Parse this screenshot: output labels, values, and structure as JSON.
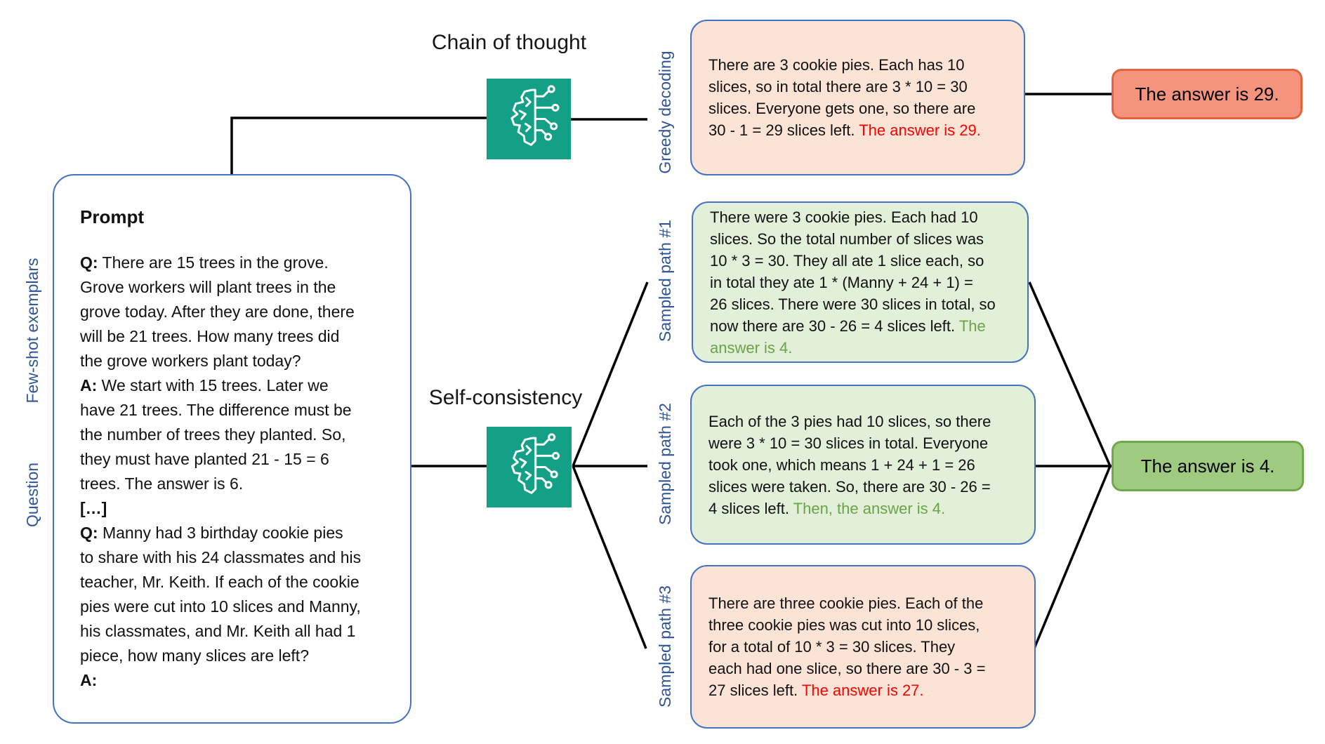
{
  "figure": {
    "titles": {
      "chain_of_thought": "Chain of thought",
      "self_consistency": "Self-consistency"
    },
    "side_labels": {
      "few_shot_exemplars": "Few-shot exemplars",
      "question": "Question"
    },
    "branch_labels": {
      "greedy": "Greedy decoding",
      "path1": "Sampled path #1",
      "path2": "Sampled path #2",
      "path3": "Sampled path #3"
    },
    "prompt_box": {
      "heading": "Prompt",
      "segments": [
        {
          "s": "b",
          "t": "Q:"
        },
        {
          "t": " There are 15 trees in the grove.\nGrove workers will plant trees in the\ngrove today. After they are done, there\nwill be 21 trees. How many trees did\nthe grove workers plant today?\n"
        },
        {
          "s": "b",
          "t": "A:"
        },
        {
          "t": " We start with 15 trees. Later we\nhave 21 trees. The difference must be\nthe number of trees they planted. So,\nthey must have planted 21 - 15 = 6\ntrees. The answer is 6.\n"
        },
        {
          "s": "b",
          "t": "[…]\nQ:"
        },
        {
          "t": " Manny had 3 birthday cookie pies\nto share with his 24 classmates and his\nteacher, Mr. Keith. If each of the cookie\npies were cut into 10 slices and Manny,\nhis classmates, and Mr. Keith all had 1\npiece, how many slices are left?\n"
        },
        {
          "s": "b",
          "t": "A:"
        }
      ]
    },
    "output_boxes": {
      "greedy": {
        "tone": "peach",
        "segments": [
          {
            "t": "There are 3 cookie pies. Each has 10\nslices, so in total there are 3 * 10 = 30\nslices. Everyone gets one, so there are\n30 - 1 = 29 slices left. "
          },
          {
            "s": "red",
            "t": "The answer is 29."
          }
        ]
      },
      "path1": {
        "tone": "green",
        "segments": [
          {
            "t": "There were 3 cookie pies. Each had 10\nslices. So the total number of slices was\n10 * 3 = 30. They all ate 1 slice each, so\nin total they ate 1 * (Manny + 24 + 1) =\n26 slices. There were 30 slices in total, so\nnow there are 30 - 26 = 4 slices left. "
          },
          {
            "s": "green",
            "t": "The\nanswer is 4."
          }
        ]
      },
      "path2": {
        "tone": "green",
        "segments": [
          {
            "t": "Each of the 3 pies had 10 slices, so there\nwere 3 * 10 = 30 slices in total. Everyone\ntook one, which means 1 + 24 + 1 = 26\nslices were taken. So, there are 30 - 26 =\n4 slices left. "
          },
          {
            "s": "green",
            "t": "Then, the answer is 4."
          }
        ]
      },
      "path3": {
        "tone": "peach",
        "segments": [
          {
            "t": "There are three cookie pies. Each of the\nthree cookie pies was cut into 10 slices,\nfor a total of 10 * 3 = 30 slices. They\neach had one slice, so there are 30 - 3 =\n27 slices left. "
          },
          {
            "s": "red",
            "t": "The answer is 27."
          }
        ]
      }
    },
    "answer_boxes": {
      "greedy": "The answer is 29.",
      "aggregated": "The answer is 4."
    },
    "icons": {
      "model": "brain-circuit-icon"
    },
    "colors": {
      "box_border_blue": "#4472C4",
      "label_blue": "#2F5597",
      "peach_fill": "#FBE3D5",
      "light_green_fill": "#E2EFD9",
      "salmon_fill": "#F6937F",
      "salmon_border": "#E2643E",
      "green_fill": "#9FCB80",
      "green_border": "#6FA84D",
      "teal_icon": "#14A086",
      "red_text": "#FF0000",
      "green_text": "#6BA348",
      "connector_black": "#000000"
    }
  }
}
